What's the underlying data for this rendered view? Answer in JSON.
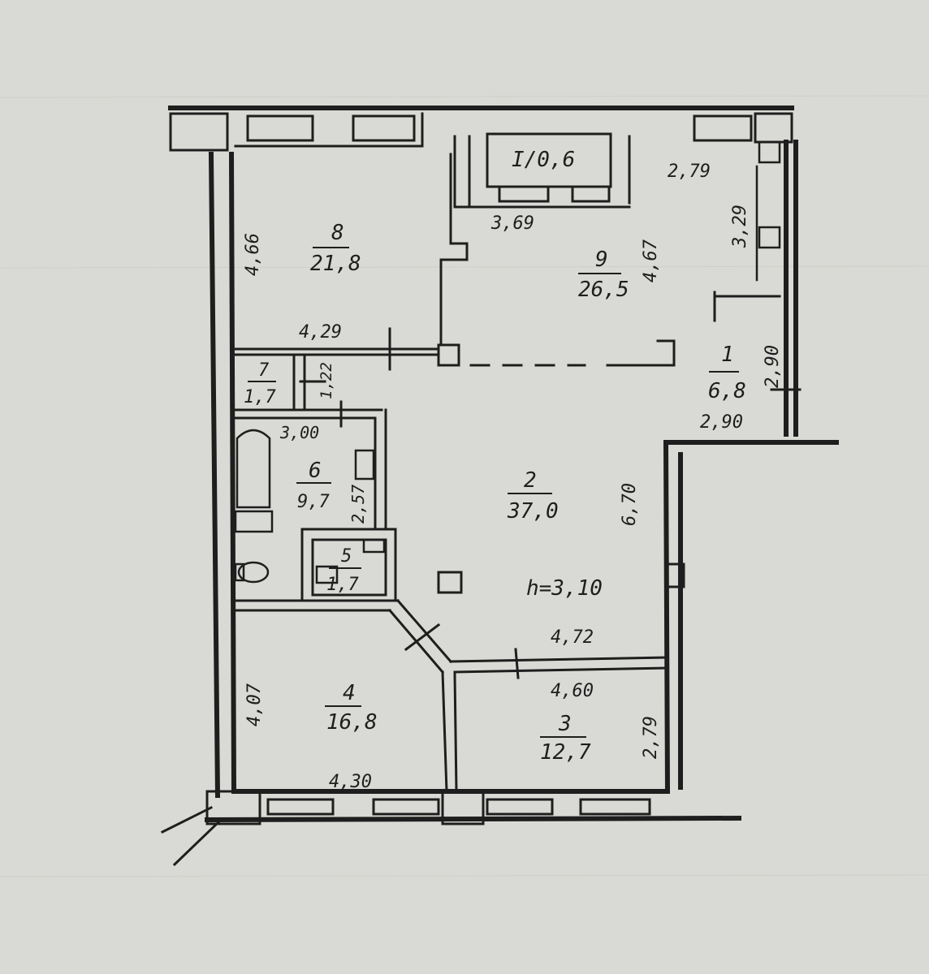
{
  "rooms": [
    {
      "id": "8",
      "num": "8",
      "area": "21,8"
    },
    {
      "id": "9",
      "num": "9",
      "area": "26,5"
    },
    {
      "id": "1",
      "num": "1",
      "area": "6,8"
    },
    {
      "id": "2",
      "num": "2",
      "area": "37,0"
    },
    {
      "id": "7",
      "num": "7",
      "area": "1,7"
    },
    {
      "id": "6",
      "num": "6",
      "area": "9,7"
    },
    {
      "id": "5",
      "num": "5",
      "area": "1,7"
    },
    {
      "id": "4",
      "num": "4",
      "area": "16,8"
    },
    {
      "id": "3",
      "num": "3",
      "area": "12,7"
    }
  ],
  "balcony": {
    "label": "I/0,6"
  },
  "ceiling_height": "h=3,10",
  "dims": {
    "d466": "4,66",
    "d429": "4,29",
    "d369": "3,69",
    "d279a": "2,79",
    "d329": "3,29",
    "d467": "4,67",
    "d290a": "2,90",
    "d290b": "2,90",
    "d122": "1,22",
    "d300": "3,00",
    "d257": "2,57",
    "d670": "6,70",
    "d472": "4,72",
    "d460": "4,60",
    "d407": "4,07",
    "d430": "4,30",
    "d279b": "2,79"
  }
}
